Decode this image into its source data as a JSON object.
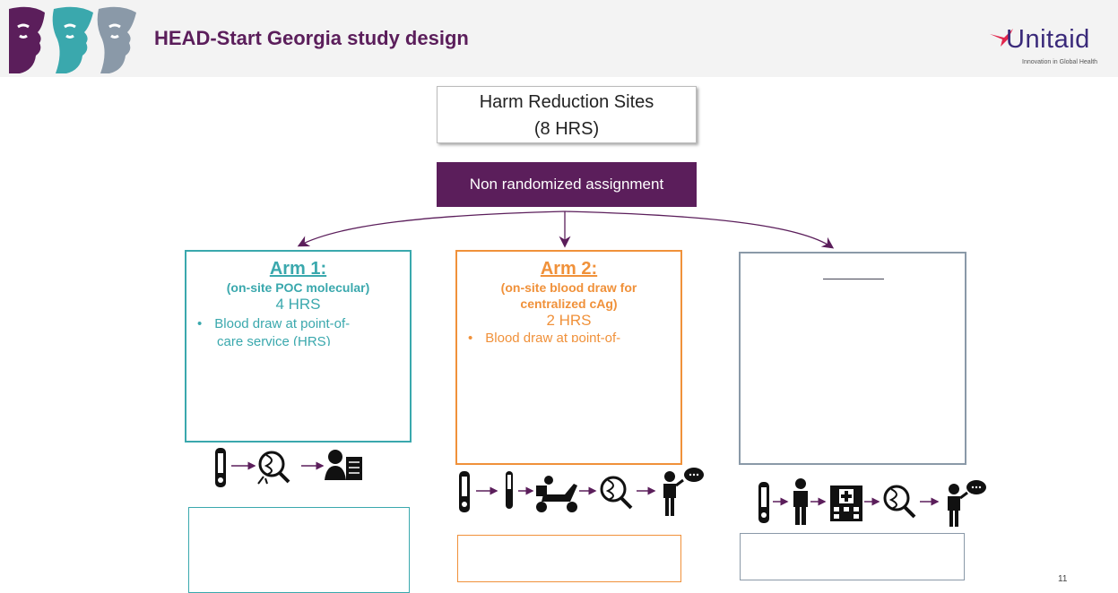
{
  "header": {
    "title": "HEAD-Start Georgia study design",
    "logo_text": "Unitaid",
    "logo_tagline": "Innovation in Global Health"
  },
  "top_box": {
    "line1": "Harm Reduction Sites",
    "line2": "(8 HRS)"
  },
  "assignment": {
    "label": "Non randomized assignment"
  },
  "arms": [
    {
      "title": "Arm 1:",
      "subtitle": "(on-site POC molecular)",
      "hrs": "4 HRS",
      "bullet_1": "Blood draw at point-of-",
      "bullet_2": "care service (HRS)"
    },
    {
      "title": "Arm 2:",
      "subtitle": "(on-site blood draw for centralized cAg)",
      "hrs": "2 HRS",
      "bullet_1": "Blood draw at point-of-"
    }
  ],
  "page_number": "11",
  "colors": {
    "purple": "#5b1e5b",
    "teal": "#3aa8ad",
    "orange": "#f0913a",
    "grey": "#8a99a8"
  },
  "icons": {
    "workflow_1": [
      "sample-tube-icon",
      "dna-magnifier-icon",
      "doctor-result-icon"
    ],
    "workflow_2": [
      "sample-tube-icon",
      "test-tube-icon",
      "courier-scooter-icon",
      "dna-magnifier-icon",
      "person-speaking-icon"
    ],
    "workflow_3": [
      "sample-tube-icon",
      "person-icon",
      "hospital-icon",
      "dna-magnifier-icon",
      "person-speaking-icon"
    ]
  }
}
